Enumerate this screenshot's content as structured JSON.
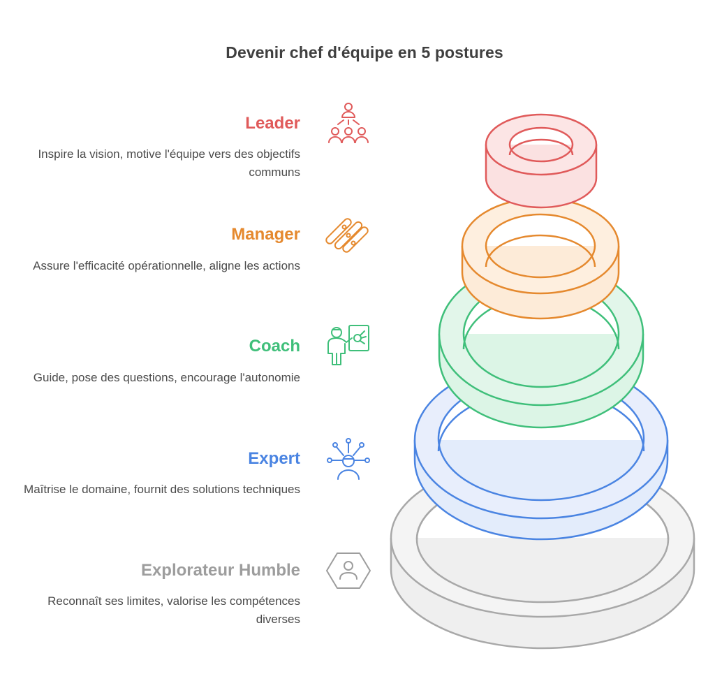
{
  "title": "Devenir chef d'équipe en 5 postures",
  "postures": [
    {
      "title": "Leader",
      "description": "Inspire la vision, motive l'équipe vers des objectifs communs",
      "color": "#e05a5a",
      "fill": "#fbe1e1",
      "icon": "team-leader-icon"
    },
    {
      "title": "Manager",
      "description": "Assure l'efficacité opérationnelle, aligne les actions",
      "color": "#e5892e",
      "fill": "#fdebd8",
      "icon": "stacked-bars-icon"
    },
    {
      "title": "Coach",
      "description": "Guide, pose des questions, encourage l'autonomie",
      "color": "#3fbf7a",
      "fill": "#dcf5e6",
      "icon": "coach-whiteboard-icon"
    },
    {
      "title": "Expert",
      "description": "Maîtrise le domaine, fournit des solutions techniques",
      "color": "#4a84e2",
      "fill": "#e3ecfb",
      "icon": "expert-network-icon"
    },
    {
      "title": "Explorateur Humble",
      "description": "Reconnaît ses limites, valorise les compétences diverses",
      "color": "#9d9d9d",
      "fill": "#efefef",
      "icon": "user-hexagon-icon"
    }
  ]
}
